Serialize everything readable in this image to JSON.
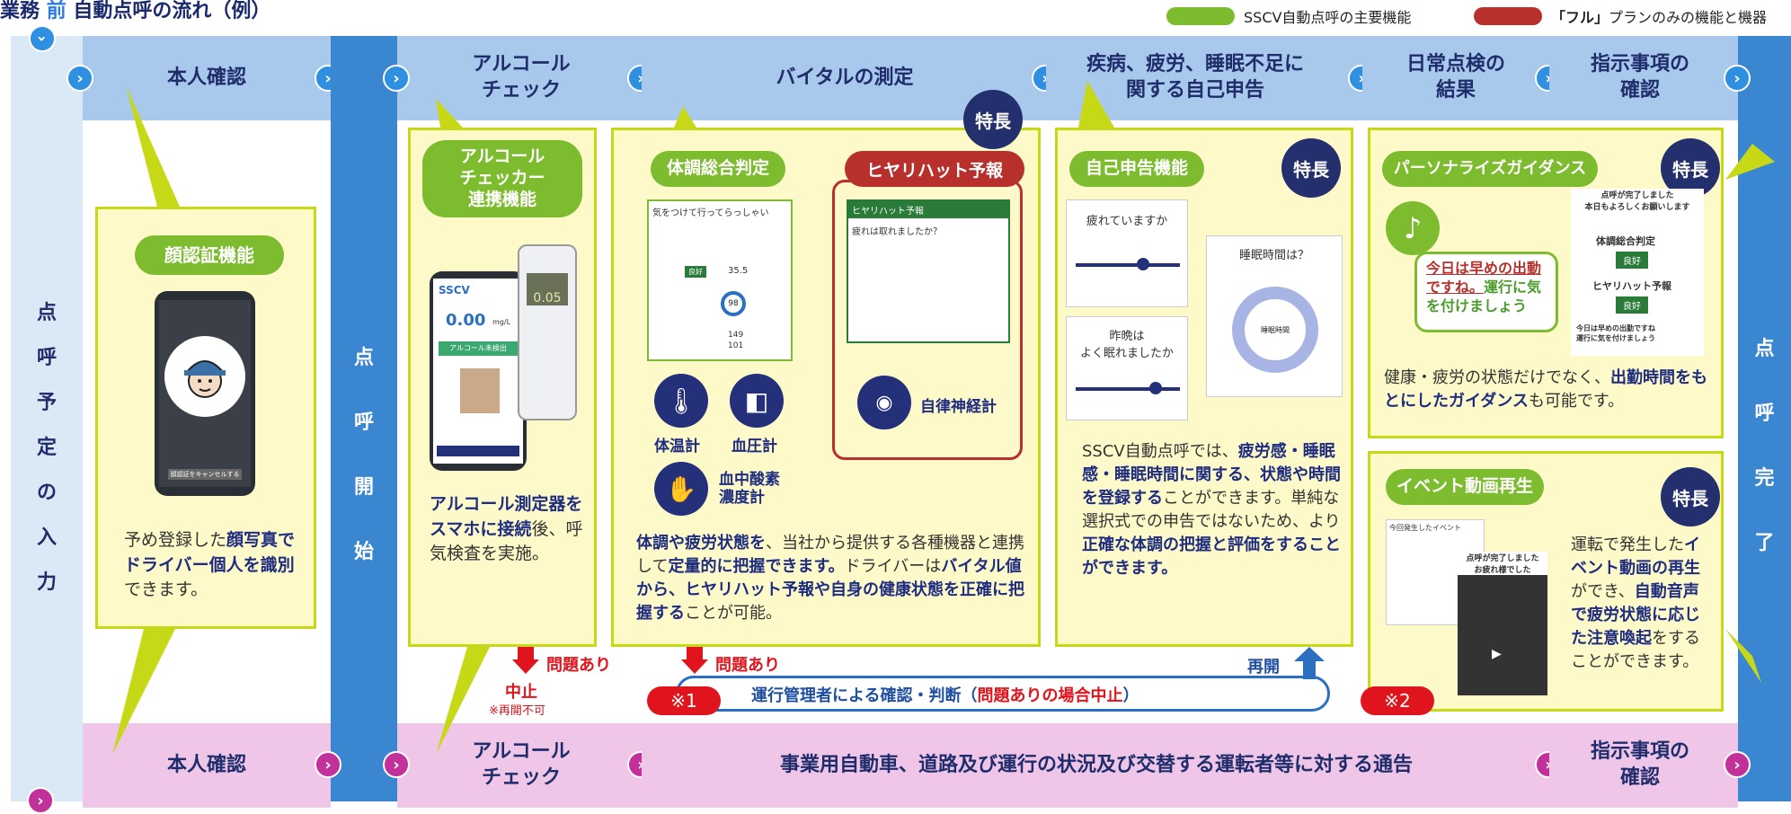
{
  "title": {
    "prefix": "業務",
    "highlight": "前",
    "suffix": "自動点呼の流れ（例）"
  },
  "legend": {
    "main_label": "SSCV自動点呼の主要機能",
    "full_label_bold": "「フル」",
    "full_label_rest": "プランのみの機能と機器"
  },
  "colors": {
    "main": "#7cbc2e",
    "full": "#b8302c",
    "accent": "#2f8fe0"
  },
  "top_steps": {
    "s1": "本人確認",
    "s2": "アルコール\nチェック",
    "s3": "バイタルの測定",
    "s4": "疾病、疲労、睡眠不足に\n関する自己申告",
    "s5": "日常点検の\n結果",
    "s6": "指示事項の\n確認"
  },
  "bottom_steps": {
    "b1": "本人確認",
    "b2": "アルコール\nチェック",
    "b3": "事業用自動車、道路及び運行の状況及び交替する運転者等に対する通告",
    "b4": "指示事項の\n確認"
  },
  "side": {
    "left": [
      "点",
      "呼",
      "予",
      "定",
      "の",
      "入",
      "力"
    ],
    "start": [
      "点",
      "呼",
      "開",
      "始"
    ],
    "right": [
      "点",
      "呼",
      "完",
      "了"
    ]
  },
  "badge_label": "特長",
  "face": {
    "pill": "顔認証機能",
    "text_a": "予め登録した",
    "text_b": "顔写真でドライバー個人を識別",
    "text_c": "できます。",
    "screen_note": "顔認証をキャンセルする"
  },
  "alcohol": {
    "pill": "アルコール\nチェッカー\n連携機能",
    "text_a": "アルコール測定器をスマホに接続",
    "text_b": "後、呼気検査を実施。",
    "reading": "0.00",
    "unit": "mg/L",
    "screen_btn": "アルコール未検出",
    "device_reading": "0.05"
  },
  "vital": {
    "pill1": "体調総合判定",
    "pill2": "ヒヤリハット予報",
    "card_head": "気をつけて行ってらっしゃい",
    "hiyari_head": "ヒヤリハット予報",
    "hiyari_q": "疲れは取れましたか？",
    "temp": "35.5",
    "spo2": "98",
    "bp_hi": "149",
    "bp_lo": "101",
    "good": "良好",
    "icon1": "体温計",
    "icon2": "血圧計",
    "icon3": "血中酸素\n濃度計",
    "icon4": "自律神経計",
    "text_a": "体調や疲労状態を",
    "text_b": "、当社から提供する各種機器と連携して",
    "text_c": "定量的に把握できます。",
    "text_d": "ドライバーは",
    "text_e": "バイタル値から、ヒヤリハット予報や自身の健康状態を正確に把握する",
    "text_f": "ことが可能。"
  },
  "self": {
    "pill": "自己申告機能",
    "q1": "疲れていますか",
    "q2": "昨晩は\nよく眠れましたか",
    "q3": "睡眠時間は？",
    "sleep_center": "睡眠時間",
    "text_a": "SSCV自動点呼では、",
    "text_b": "疲労感・睡眠感・睡眠時間に関する、状態や時間を登録する",
    "text_c": "ことができます。単純な選択式での申告ではないため、より",
    "text_d": "正確な体調の把握と評価をすることができます。"
  },
  "guidance": {
    "pill": "パーソナライズガイダンス",
    "bubble_red": "今日は早めの出動ですね。",
    "bubble_green": "運行に気を付けましょう",
    "panel_head": "点呼が完了しました\n本日もよろしくお願いします",
    "panel_item1": "体調総合判定",
    "panel_item2": "ヒヤリハット予報",
    "panel_good": "良好",
    "panel_foot": "今日は早めの出勤ですね\n運行に気を付けましょう",
    "text_a": "健康・疲労の状態だけでなく、",
    "text_b": "出勤時間をもとにしたガイダンス",
    "text_c": "も可能です。"
  },
  "event": {
    "pill": "イベント動画再生",
    "text_a": "運転で発生した",
    "text_b": "イベント動画の再生",
    "text_c": "ができ、",
    "text_d": "自動音声で疲労状態に応じた注意喚起",
    "text_e": "をすることができます。",
    "screen_title": "今回発生したイベント",
    "screen_msg": "点呼が完了しました\nお疲れ様でした"
  },
  "flow": {
    "problem1": "問題あり",
    "stop": "中止",
    "no_resume": "※再開不可",
    "problem2": "問題あり",
    "resume": "再開",
    "note1": "※1",
    "note2": "※2",
    "judge_a": "運行管理者による確認・判断（",
    "judge_b": "問題ありの場合中止",
    "judge_c": "）"
  }
}
